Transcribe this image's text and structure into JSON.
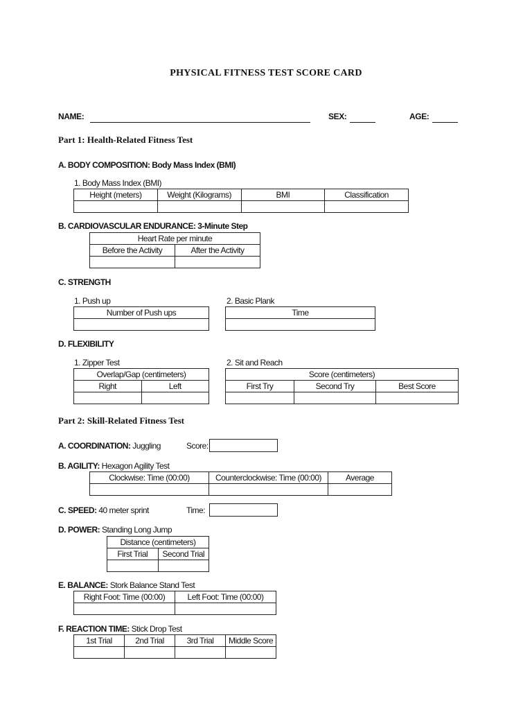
{
  "title": "PHYSICAL FITNESS TEST SCORE CARD",
  "header": {
    "name_label": "NAME:",
    "sex_label": "SEX:",
    "age_label": "AGE:"
  },
  "part1": {
    "heading": "Part 1: Health-Related Fitness Test",
    "body_comp": {
      "letter": "A.",
      "label": "BODY COMPOSITION:",
      "rest": " Body Mass Index (BMI)",
      "sub_title": "1. Body Mass Index (BMI)",
      "columns": [
        "Height (meters)",
        "Weight (Kilograms)",
        "BMI",
        "Classification"
      ]
    },
    "cardio": {
      "label": "B. CARDIOVASCULAR ENDURANCE:",
      "rest": " 3-Minute Step",
      "group_header": "Heart Rate per minute",
      "columns": [
        "Before the Activity",
        "After the Activity"
      ]
    },
    "strength": {
      "label": "C. STRENGTH",
      "pushup_title": "1. Push up",
      "pushup_header": "Number of Push ups",
      "plank_title": "2. Basic Plank",
      "plank_header": "Time"
    },
    "flexibility": {
      "label": "D. FLEXIBILITY",
      "zipper_title": "1. Zipper Test",
      "zipper_group": "Overlap/Gap (centimeters)",
      "zipper_columns": [
        "Right",
        "Left"
      ],
      "sit_title": "2. Sit and Reach",
      "sit_group": "Score (centimeters)",
      "sit_columns": [
        "First Try",
        "Second Try",
        "Best Score"
      ]
    }
  },
  "part2": {
    "heading": "Part 2: Skill-Related Fitness Test",
    "coordination": {
      "label": "A. COORDINATION:",
      "rest": " Juggling",
      "score_label": "Score:"
    },
    "agility": {
      "label": "B. AGILITY:",
      "rest": " Hexagon Agility Test",
      "columns": [
        "Clockwise: Time (00:00)",
        "Counterclockwise: Time (00:00)",
        "Average"
      ]
    },
    "speed": {
      "label": "C. SPEED:",
      "rest": " 40 meter sprint",
      "time_label": "Time:"
    },
    "power": {
      "label": "D. POWER:",
      "rest": " Standing Long Jump",
      "group_header": "Distance (centimeters)",
      "columns": [
        "First Trial",
        "Second Trial"
      ]
    },
    "balance": {
      "letter": "E.",
      "label": "BALANCE:",
      "rest": " Stork Balance Stand Test",
      "columns": [
        "Right Foot: Time (00:00)",
        "Left Foot: Time (00:00)"
      ]
    },
    "reaction": {
      "label": "F. REACTION TIME:",
      "rest": " Stick Drop Test",
      "columns": [
        "1st Trial",
        "2nd Trial",
        "3rd Trial",
        "Middle Score"
      ]
    }
  }
}
